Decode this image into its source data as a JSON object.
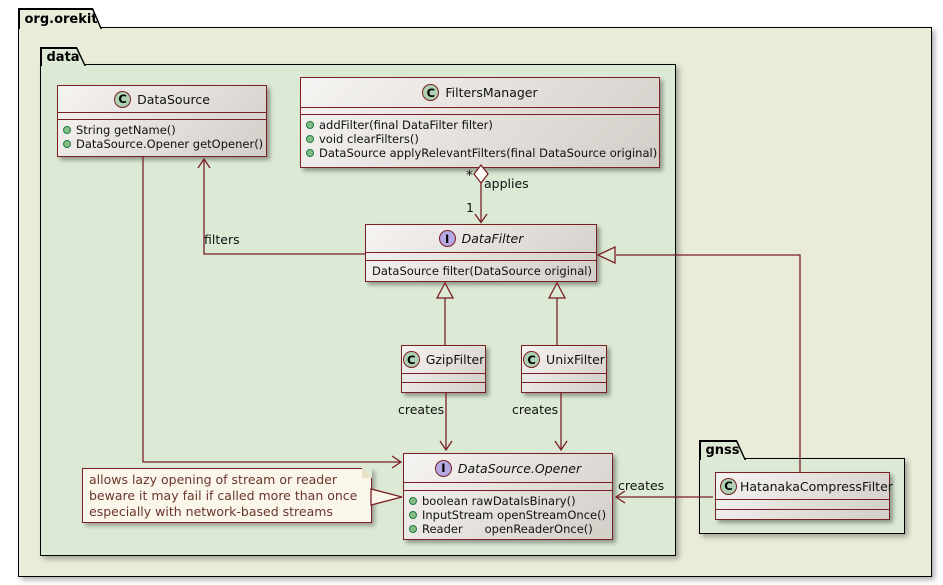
{
  "packages": {
    "orekit": {
      "label": "org.orekit"
    },
    "data": {
      "label": "data"
    },
    "gnss": {
      "label": "gnss"
    }
  },
  "classes": {
    "dataSource": {
      "icon": "C",
      "name": "DataSource",
      "methods": [
        "String getName()",
        "DataSource.Opener getOpener()"
      ]
    },
    "filtersManager": {
      "icon": "C",
      "name": "FiltersManager",
      "methods": [
        "addFilter(final DataFilter filter)",
        "void clearFilters()",
        "DataSource applyRelevantFilters(final DataSource original)"
      ]
    },
    "dataFilter": {
      "icon": "I",
      "name": "DataFilter",
      "methods": [
        "DataSource filter(DataSource original)"
      ]
    },
    "gzipFilter": {
      "icon": "C",
      "name": "GzipFilter"
    },
    "unixFilter": {
      "icon": "C",
      "name": "UnixFilter"
    },
    "dataSourceOpener": {
      "icon": "I",
      "name": "DataSource.Opener",
      "methods": [
        "boolean rawDataIsBinary()",
        "InputStream openStreamOnce()",
        "Reader      openReaderOnce()"
      ]
    },
    "hatanakaCompressFilter": {
      "icon": "C",
      "name": "HatanakaCompressFilter"
    }
  },
  "edges": {
    "applies": {
      "label": "applies",
      "source_multiplicity": "*",
      "target_multiplicity": "1"
    },
    "filters": {
      "label": "filters"
    },
    "gzip_creates": {
      "label": "creates"
    },
    "unix_creates": {
      "label": "creates"
    },
    "hatanaka_creates": {
      "label": "creates"
    }
  },
  "note": {
    "line1": "allows lazy opening of stream or reader",
    "line2": "beware it may fail if called more than once",
    "line3": "especially with network-based streams"
  },
  "colors": {
    "border_red": "#7a1f24",
    "package_outer_fill": "#eaebd8",
    "package_inner_fill": "#dce9d4",
    "class_icon_fill": "#add1b2",
    "interface_icon_fill": "#b5a8e3",
    "public_method_dot": "#84be84",
    "note_fill": "#faf6e9",
    "note_text": "#6b362c"
  }
}
